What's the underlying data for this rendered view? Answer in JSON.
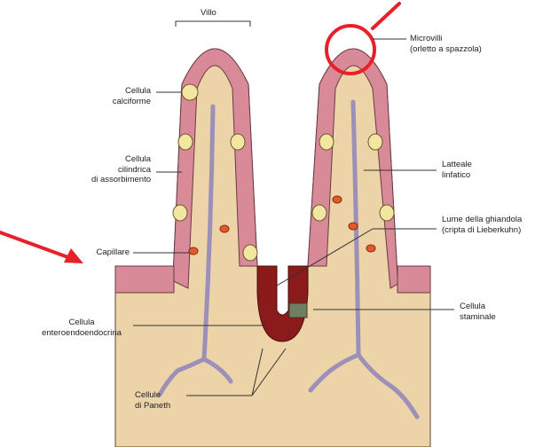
{
  "labels": {
    "villo": "Villo",
    "microvilli": [
      "Microvilli",
      "(orletto a spazzola)"
    ],
    "calciforme": [
      "Cellula",
      "calciforme"
    ],
    "cilindrica": [
      "Cellula",
      "cilindrica",
      "di assorbimento"
    ],
    "latteale": [
      "Latteale",
      "linfatico"
    ],
    "lume": [
      "Lume della ghiandola",
      "(cripta di Lieberkuhn)"
    ],
    "capillare": [
      "Capillare"
    ],
    "staminale": [
      "Cellula",
      "staminale"
    ],
    "enteroendocrina": [
      "Cellula",
      "enteroendoendocrina"
    ],
    "paneth": [
      "Cellule",
      "di Paneth"
    ]
  },
  "colors": {
    "lamina_propria": "#ecd3a8",
    "epithelium": "#d98a98",
    "epithelium_lining": "#f2c8cf",
    "nucleus": "#2a2a3a",
    "goblet": "#f2e6a0",
    "lacteal": "#9c8fb8",
    "crypt": "#8b1a1a",
    "stem_cell": "#6f8060",
    "highlight_circle": "#e8202a",
    "arrow": "#e8202a",
    "outline": "#5a4a3a"
  }
}
